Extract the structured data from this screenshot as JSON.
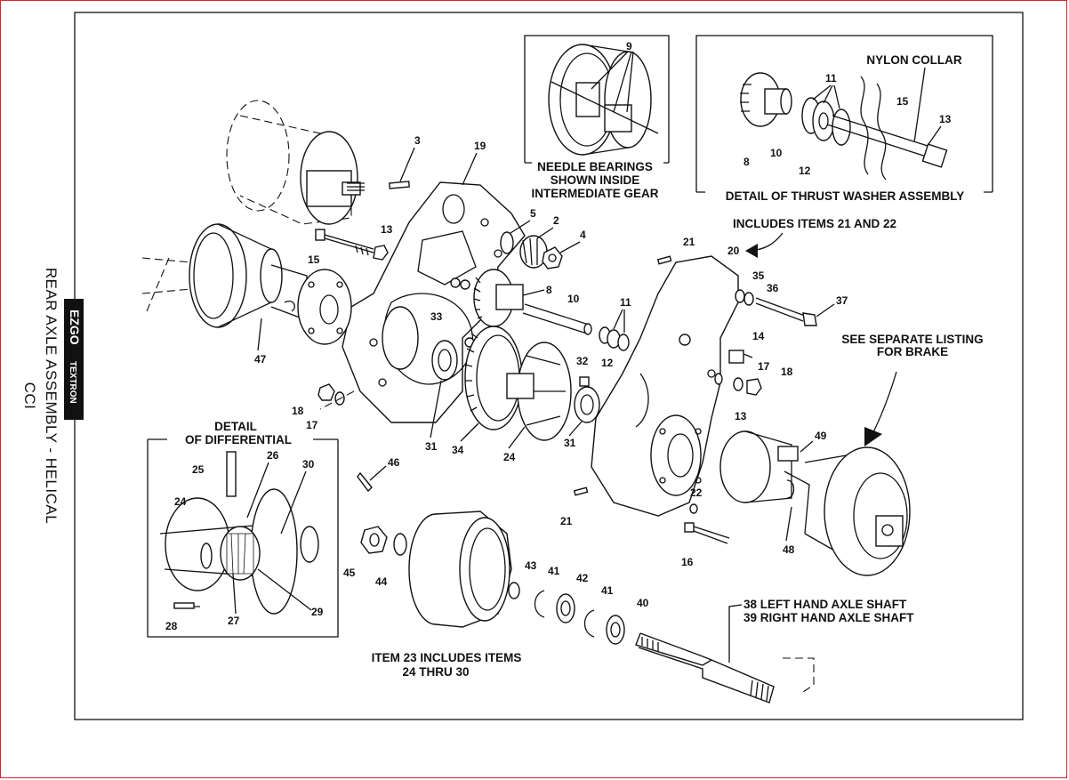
{
  "title": "REAR AXLE ASSEMBLY - HELICAL",
  "model": "CCI",
  "brand": {
    "name": "EZGO",
    "sub": "TEXTRON"
  },
  "callouts": {
    "needle": [
      "NEEDLE BEARINGS",
      "SHOWN INSIDE",
      "INTERMEDIATE GEAR"
    ],
    "thrust": "DETAIL OF THRUST WASHER ASSEMBLY",
    "nylon": "NYLON COLLAR",
    "includes_20": "INCLUDES ITEMS 21 AND 22",
    "brake": [
      "SEE SEPARATE LISTING",
      "FOR BRAKE"
    ],
    "differential": [
      "DETAIL",
      "OF DIFFERENTIAL"
    ],
    "item23": [
      "ITEM 23 INCLUDES ITEMS",
      "24 THRU 30"
    ],
    "axle38": "38 LEFT HAND AXLE SHAFT",
    "axle39": "39 RIGHT HAND AXLE SHAFT"
  },
  "numbers": {
    "n1": "9",
    "n2": "11",
    "n3": "15",
    "n4": "13",
    "n5": "8",
    "n6": "10",
    "n7": "12",
    "n8": "3",
    "n9": "19",
    "n10": "5",
    "n11": "2",
    "n12": "4",
    "n13": "13",
    "n14": "15",
    "n15": "8",
    "n16": "10",
    "n17": "11",
    "n18": "12",
    "n19": "33",
    "n20": "47",
    "n21": "32",
    "n22": "18",
    "n23": "17",
    "n24": "31",
    "n25": "34",
    "n26": "24",
    "n27": "31",
    "n28": "21",
    "n29": "20",
    "n30": "35",
    "n31": "36",
    "n32": "37",
    "n33": "14",
    "n34": "17",
    "n35": "18",
    "n36": "13",
    "n37": "49",
    "n38": "22",
    "n39": "21",
    "n40": "16",
    "n41": "48",
    "n42": "46",
    "n43": "45",
    "n44": "44",
    "n45": "43",
    "n46": "41",
    "n47": "42",
    "n48": "41",
    "n49": "40",
    "n50": "25",
    "n51": "26",
    "n52": "30",
    "n53": "24",
    "n54": "28",
    "n55": "27",
    "n56": "29"
  }
}
